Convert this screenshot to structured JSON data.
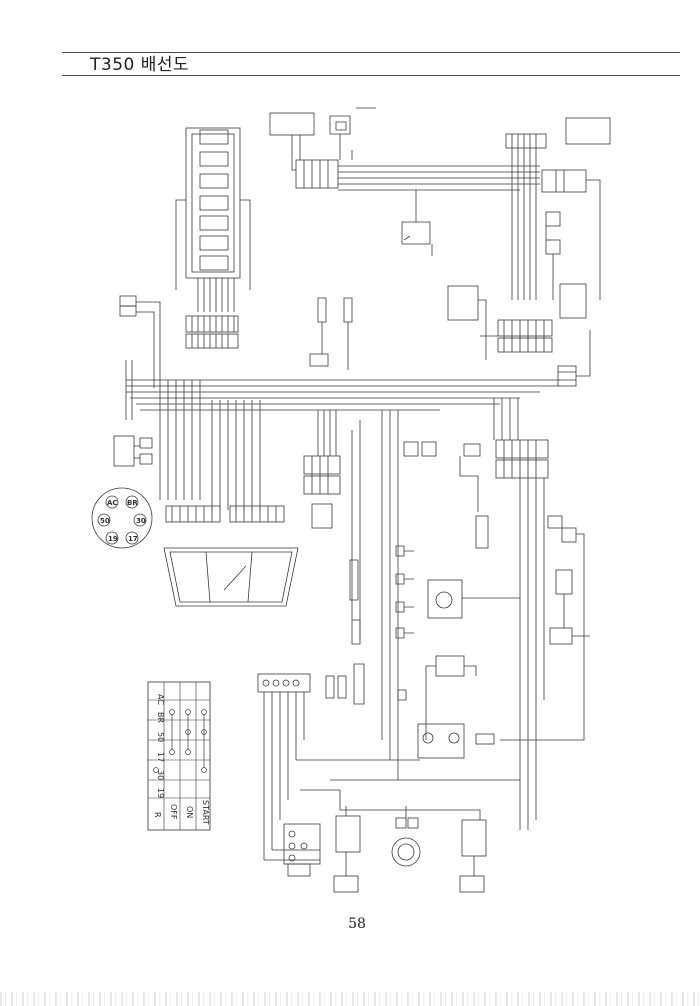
{
  "header": {
    "title": "T350 배선도"
  },
  "footer": {
    "page_number": "58"
  },
  "switch_table": {
    "columns": [
      "AC",
      "BR",
      "50",
      "17",
      "30",
      "19"
    ],
    "rows": [
      "R",
      "OFF",
      "ON",
      "START"
    ]
  },
  "ignition_terminals": [
    "AC",
    "BR",
    "50",
    "30",
    "19",
    "17"
  ],
  "colors": {
    "ink": "#333333",
    "wire": "#3a3a3a",
    "paper": "#ffffff"
  }
}
